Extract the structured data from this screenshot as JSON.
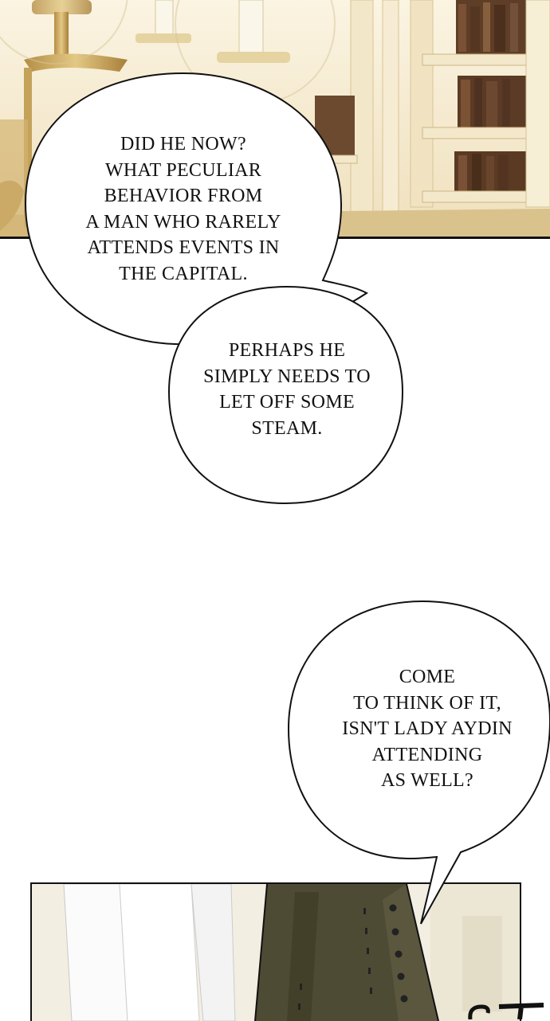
{
  "bubbles": [
    {
      "lines": [
        "DID HE NOW?",
        "WHAT PECULIAR",
        "BEHAVIOR FROM",
        "A MAN WHO RARELY",
        "ATTENDS EVENTS IN",
        "THE CAPITAL."
      ]
    },
    {
      "lines": [
        "PERHAPS HE",
        "SIMPLY NEEDS TO",
        "LET OFF SOME",
        "STEAM."
      ]
    },
    {
      "lines": [
        "COME",
        "TO THINK OF IT,",
        "ISN'T LADY AYDIN",
        "ATTENDING",
        "AS WELL?"
      ]
    }
  ],
  "colors": {
    "panel_bg": "#f6edd6",
    "gold": "#c9a95e",
    "shelf_wood": "#6e4a2f",
    "coat": "#4d4a34",
    "outline": "#111111"
  }
}
